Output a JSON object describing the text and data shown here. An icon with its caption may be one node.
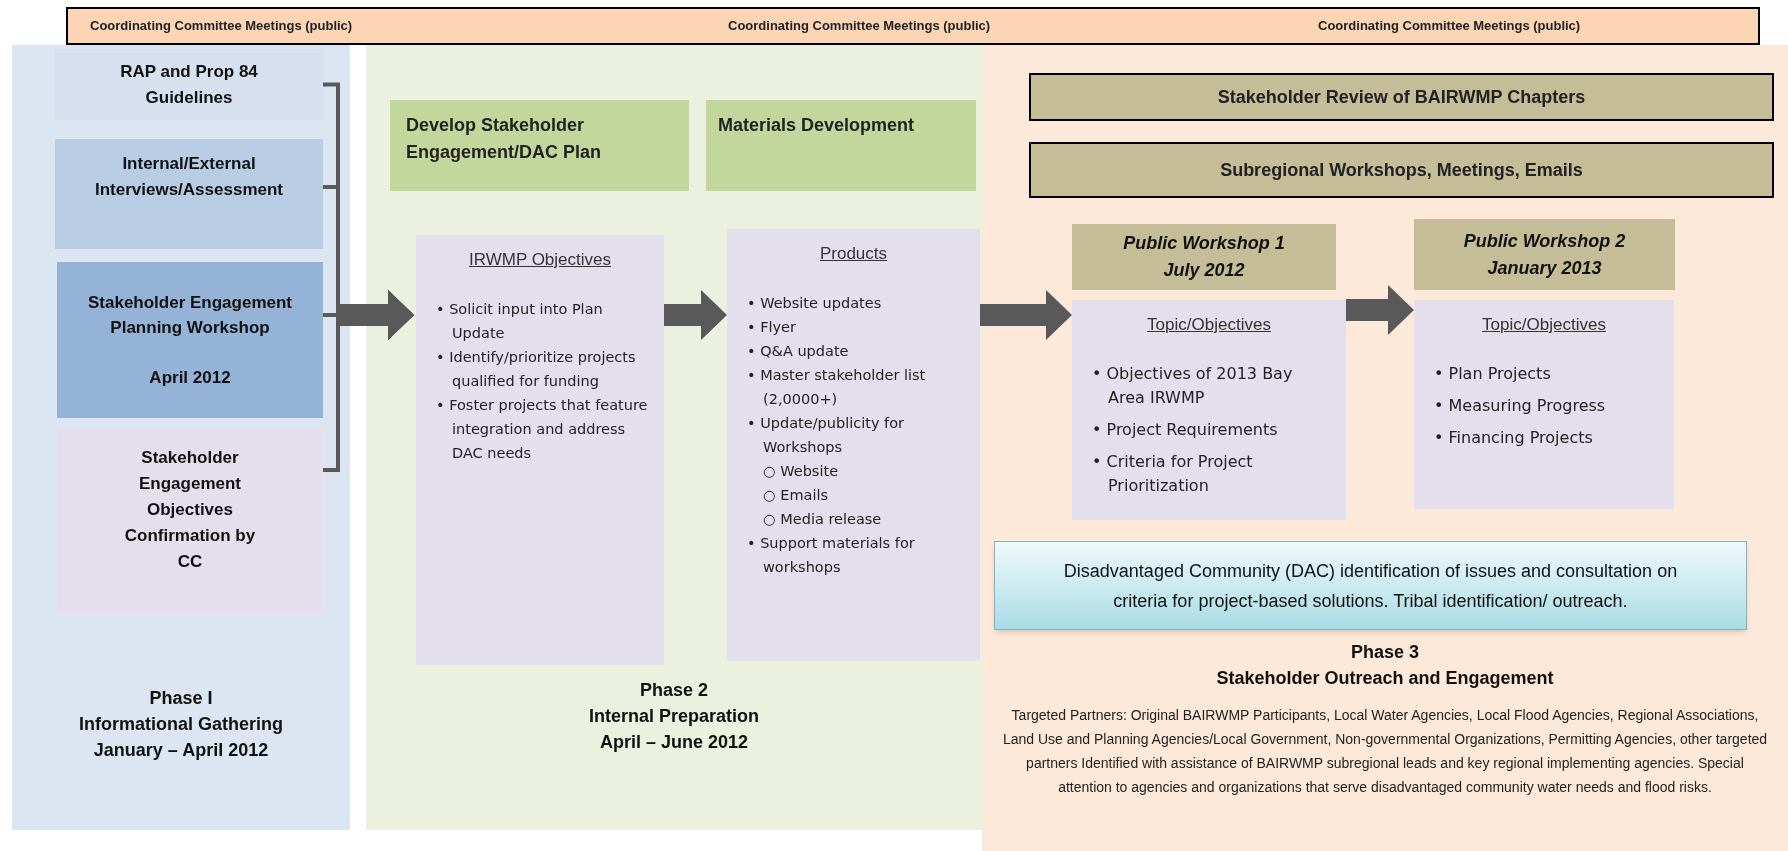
{
  "diagram": {
    "nodes": [
      {
        "text": [
          "Coordinating Committee Meetings (public)",
          "Coordinating Committee Meetings (public)",
          "Coordinating Committee Meetings (public)"
        ]
      },
      {
        "text": [
          "Phase I",
          "Informational Gathering",
          "January – April 2012"
        ]
      },
      {
        "text": [
          "RAP and Prop 84 Guidelines"
        ],
        "in": 1
      },
      {
        "text": [
          "Internal/External Interviews/Assessment"
        ],
        "in": 1
      },
      {
        "text": [
          "Stakeholder Engagement Planning Workshop",
          "April 2012"
        ],
        "in": 1
      },
      {
        "text": [
          "Stakeholder Engagement Objectives Confirmation by CC"
        ],
        "in": 1
      },
      {
        "text": [
          "Phase 2",
          "Internal Preparation",
          "April – June 2012"
        ]
      },
      {
        "text": [
          "Develop Stakeholder Engagement/DAC Plan"
        ],
        "in": 6
      },
      {
        "text": [
          "Materials Development"
        ],
        "in": 6
      },
      {
        "text": [
          "IRWMP Objectives",
          "• Solicit input into Plan Update",
          "• Identify/prioritize projects qualified for funding",
          "• Foster projects that feature integration and address DAC needs"
        ],
        "in": 6
      },
      {
        "text": [
          "Products",
          "• Website updates",
          "• Flyer",
          "• Q&A update",
          "• Master stakeholder list (2,0000+)",
          "• Update/publicity for Workshops",
          "○ Website",
          "○ Emails",
          "○ Media release",
          "• Support materials for workshops"
        ],
        "in": 6
      },
      {
        "text": [
          "Phase 3",
          "Stakeholder Outreach and Engagement",
          "Targeted Partners: Original BAIRWMP Participants, Local Water Agencies, Local Flood Agencies, Regional Associations, Land Use and Planning Agencies/Local Government, Non-governmental Organizations, Permitting Agencies, other targeted partners Identified with assistance of BAIRWMP subregional leads and key regional implementing agencies. Special attention to agencies and organizations that serve disadvantaged community water needs and flood risks."
        ]
      },
      {
        "text": [
          "Stakeholder Review of BAIRWMP Chapters"
        ],
        "in": 11
      },
      {
        "text": [
          "Subregional Workshops, Meetings, Emails"
        ],
        "in": 11
      },
      {
        "text": [
          "Public Workshop 1 July 2012"
        ],
        "in": 11
      },
      {
        "text": [
          "Public Workshop 2 January 2013"
        ],
        "in": 11
      },
      {
        "text": [
          "Topic/Objectives",
          "• Objectives of 2013 Bay Area IRWMP",
          "• Project Requirements",
          "• Criteria for Project Prioritization"
        ],
        "in": 11
      },
      {
        "text": [
          "Topic/Objectives",
          "• Plan Projects",
          "• Measuring Progress",
          "• Financing Projects"
        ],
        "in": 11
      },
      {
        "text": [
          "Disadvantaged Community (DAC) identification of issues and consultation on criteria for project-based solutions. Tribal identification/ outreach."
        ],
        "in": 11
      }
    ],
    "edges": [
      {
        "from": 2,
        "to": 9,
        "arrow": "to"
      },
      {
        "from": 3,
        "to": 9,
        "arrow": "to"
      },
      {
        "from": 4,
        "to": 9,
        "arrow": "to"
      },
      {
        "from": 5,
        "to": 9,
        "arrow": "to"
      },
      {
        "from": 9,
        "to": 10,
        "arrow": "to"
      },
      {
        "from": 10,
        "to": 16,
        "arrow": "to"
      },
      {
        "from": 16,
        "to": 17,
        "arrow": "to"
      }
    ]
  }
}
